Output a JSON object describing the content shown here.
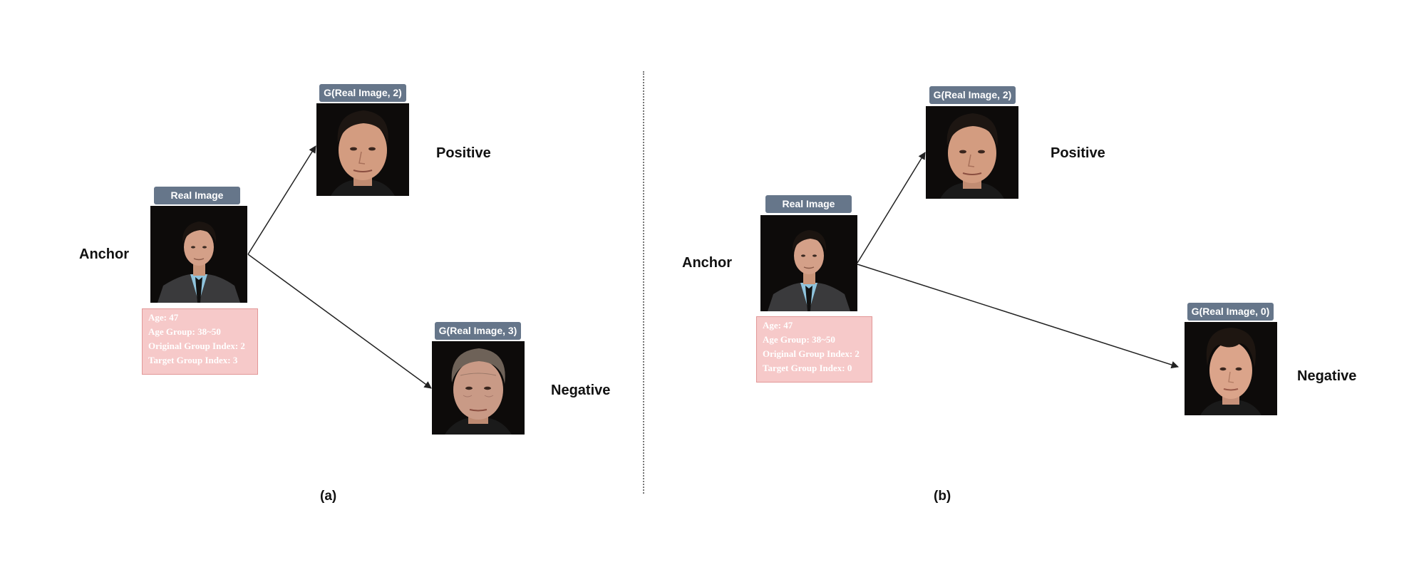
{
  "roles": {
    "anchor": "Anchor",
    "positive": "Positive",
    "negative": "Negative"
  },
  "panel_a": {
    "caption": "(a)",
    "anchor_tag": "Real Image",
    "positive_tag": "G(Real Image, 2)",
    "negative_tag": "G(Real Image, 3)",
    "info": {
      "age": "Age: 47",
      "age_group": "Age Group: 38~50",
      "original_group": "Original Group Index: 2",
      "target_group": "Target Group Index: 3"
    }
  },
  "panel_b": {
    "caption": "(b)",
    "anchor_tag": "Real Image",
    "positive_tag": "G(Real Image, 2)",
    "negative_tag": "G(Real Image, 0)",
    "info": {
      "age": "Age: 47",
      "age_group": "Age Group: 38~50",
      "original_group": "Original Group Index: 2",
      "target_group": "Target Group Index: 0"
    }
  },
  "colors": {
    "tag_background": "#66768a",
    "info_background": "#f6c9c9",
    "info_border": "#e29797",
    "arrow": "#222222",
    "divider": "#777777"
  },
  "icons": {
    "anchor_photo": "portrait-full-body-photo",
    "generated_photo": "face-closeup-photo"
  }
}
